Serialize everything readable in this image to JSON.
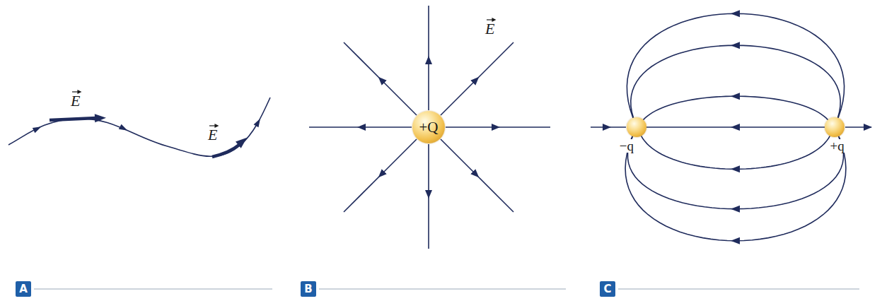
{
  "diagram": {
    "nodes": [
      {
        "text": [
          "+Q"
        ]
      },
      {
        "text": [
          "−q"
        ]
      },
      {
        "text": [
          "+q"
        ]
      },
      {
        "text": [
          "A"
        ]
      },
      {
        "text": [
          "B"
        ]
      },
      {
        "text": [
          "C"
        ]
      }
    ],
    "edges": [
      {
        "from": 2,
        "to": 1,
        "arrow": "to"
      },
      {
        "from": 2,
        "to": 1,
        "arrow": "to"
      },
      {
        "from": 2,
        "to": 1,
        "arrow": "to"
      },
      {
        "from": 2,
        "to": 1,
        "arrow": "to"
      },
      {
        "from": 2,
        "to": 1,
        "arrow": "to"
      },
      {
        "from": 2,
        "to": 1,
        "arrow": "to"
      },
      {
        "from": 2,
        "to": 1,
        "arrow": "to"
      }
    ],
    "labels": [
      "E",
      "E",
      "E"
    ]
  }
}
